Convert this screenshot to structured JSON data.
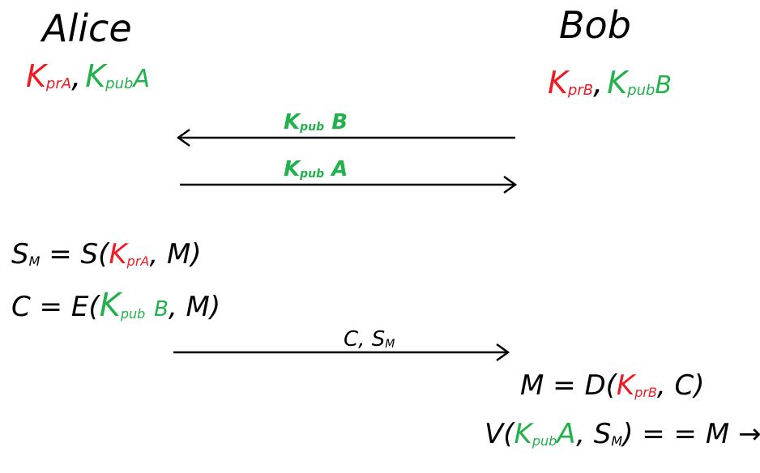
{
  "parties": {
    "alice": {
      "name": "Alice",
      "priv": {
        "k": "K",
        "sub": "prA"
      },
      "pub": {
        "k": "K",
        "sub": "pub",
        "tail": "A"
      }
    },
    "bob": {
      "name": "Bob",
      "priv": {
        "k": "K",
        "sub": "prB"
      },
      "pub": {
        "k": "K",
        "sub": "pub",
        "tail": "B"
      }
    }
  },
  "messages": {
    "m1": {
      "k": "K",
      "sub": "pub",
      "tail": "B"
    },
    "m2": {
      "k": "K",
      "sub": "pub",
      "tail": "A"
    },
    "m3": {
      "c": "C",
      "sep": ",",
      "s": "S",
      "ssub": "M"
    }
  },
  "equations": {
    "sign": {
      "lhs": "S",
      "lhs_sub": "M",
      "eq": " = S(",
      "k": "K",
      "sub": "prA",
      "rest": ", M)"
    },
    "encrypt": {
      "lhs": "C = E(",
      "k": "K",
      "sub": "pub",
      "tail": "B",
      "rest": ", M)"
    },
    "decrypt": {
      "lhs": "M = D(",
      "k": "K",
      "sub": "prB",
      "rest": ", C)"
    },
    "verify": {
      "lhs": "V(",
      "k": "K",
      "sub": "pub",
      "tail": "A",
      "mid": ", S",
      "mid_sub": "M",
      "rest": ") = = M →",
      "check": "✓"
    }
  },
  "colors": {
    "private_key": "#ed1c24",
    "public_key": "#22b14c",
    "ink": "#000000"
  }
}
